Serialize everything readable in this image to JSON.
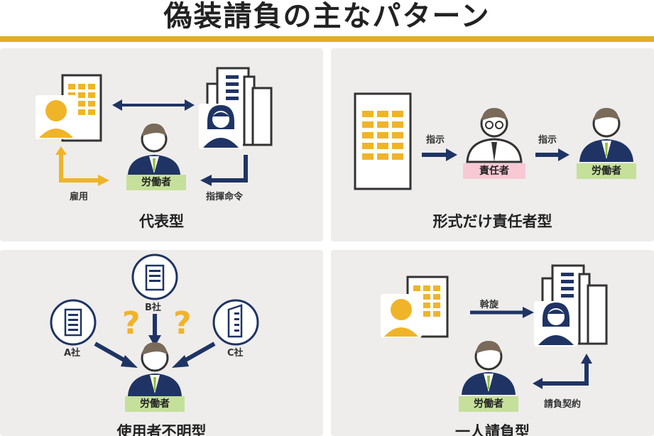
{
  "title": "偽装請負の主なパターン",
  "colors": {
    "accent": "#e0b020",
    "navy": "#1f3464",
    "yellow": "#f0b429",
    "panel": "#eeedec",
    "worker_tag": "#c5e09a",
    "manager_tag": "#f7c9d4"
  },
  "panels": {
    "representative": {
      "title": "代表型",
      "employ_label": "雇用",
      "command_label": "指揮命令",
      "worker_label": "労働者"
    },
    "nominal_manager": {
      "title": "形式だけ責任者型",
      "instruction_label_1": "指示",
      "instruction_label_2": "指示",
      "manager_label": "責任者",
      "worker_label": "労働者"
    },
    "unclear_employer": {
      "title": "使用者不明型",
      "company_a": "A社",
      "company_b": "B社",
      "company_c": "C社",
      "question_mark": "?",
      "worker_label": "労働者"
    },
    "sole_contractor": {
      "title": "一人請負型",
      "mediation_label": "斡旋",
      "contract_label": "請負契約",
      "worker_label": "労働者"
    }
  }
}
